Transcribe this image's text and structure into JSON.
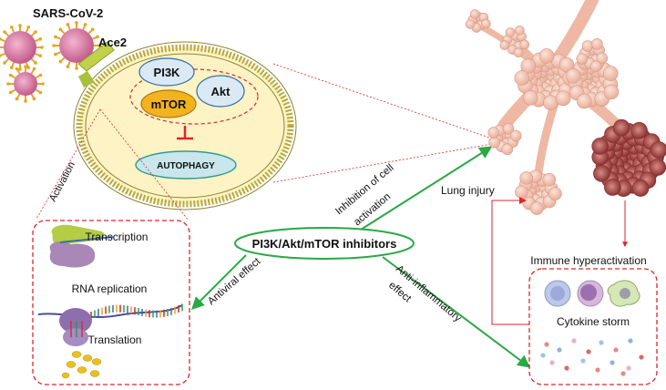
{
  "title_virus": "SARS-CoV-2",
  "receptor": "Ace2",
  "cell": {
    "pi3k": "PI3K",
    "akt": "Akt",
    "mtor": "mTOR",
    "autophagy": "AUTOPHAGY"
  },
  "labels": {
    "activation": "Activation",
    "transcription": "Transcription",
    "rna_replication": "RNA replication",
    "translation": "Translation",
    "center": "PI3K/Akt/mTOR inhibitors",
    "antiviral": "Antiviral effect",
    "inhibition_line1": "Inhibition of cell",
    "inhibition_line2": "activation",
    "anti_inflam_line1": "Anti-inflammatory",
    "anti_inflam_line2": "effect",
    "lung_injury": "Lung injury",
    "immune": "Immune hyperactivation",
    "cytokine": "Cytokine storm"
  },
  "colors": {
    "dashed_red": "#d9262c",
    "arrow_green": "#2aa845",
    "cell_fill": "#fdf3c4",
    "membrane": "#b7a83e",
    "node_fill": "#dbe9f5",
    "node_stroke": "#2f6fa6",
    "autophagy_fill": "#c9e6ec",
    "autophagy_stroke": "#2e9d8f",
    "virus_body": "#d77ca3",
    "virus_spike": "#e6a521",
    "lung_pink": "#f1c6b6",
    "lung_dark": "#8c2a2a"
  }
}
